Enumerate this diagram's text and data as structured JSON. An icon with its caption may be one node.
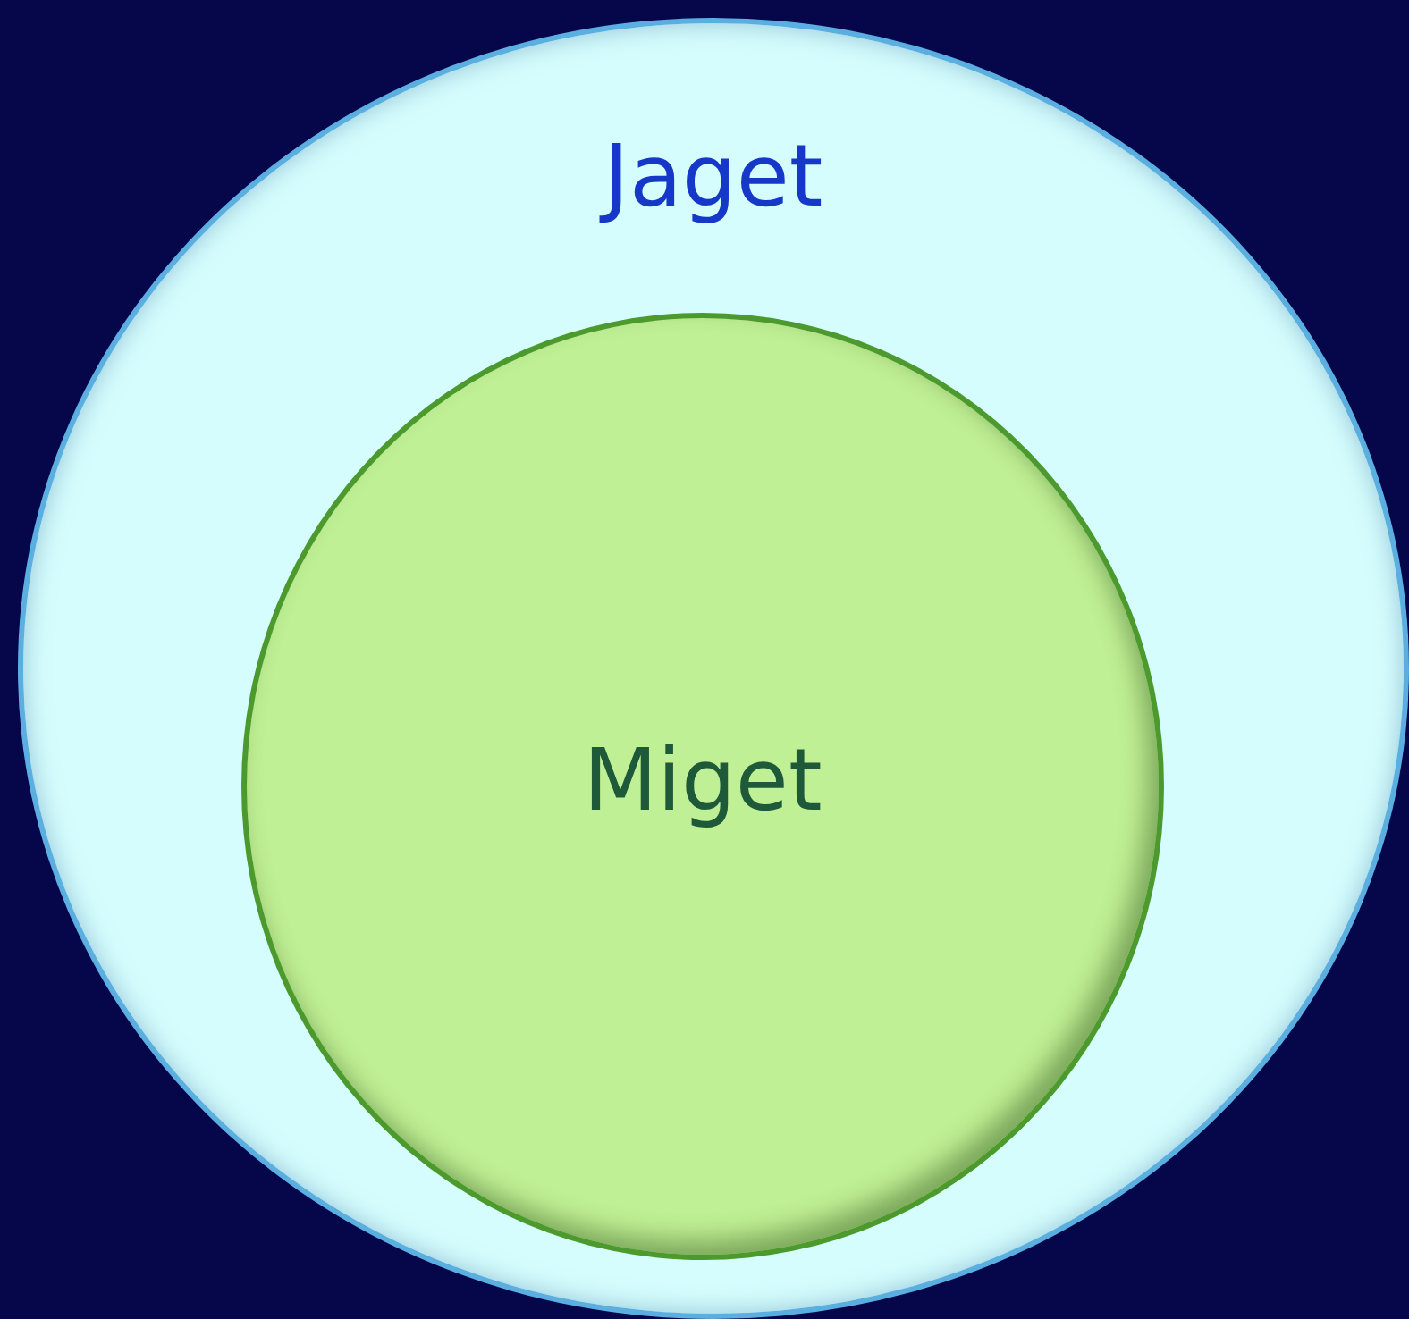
{
  "diagram": {
    "nodes": [
      {
        "text": [
          "Jaget"
        ]
      },
      {
        "text": [
          "Miget"
        ],
        "in": 0
      }
    ]
  }
}
